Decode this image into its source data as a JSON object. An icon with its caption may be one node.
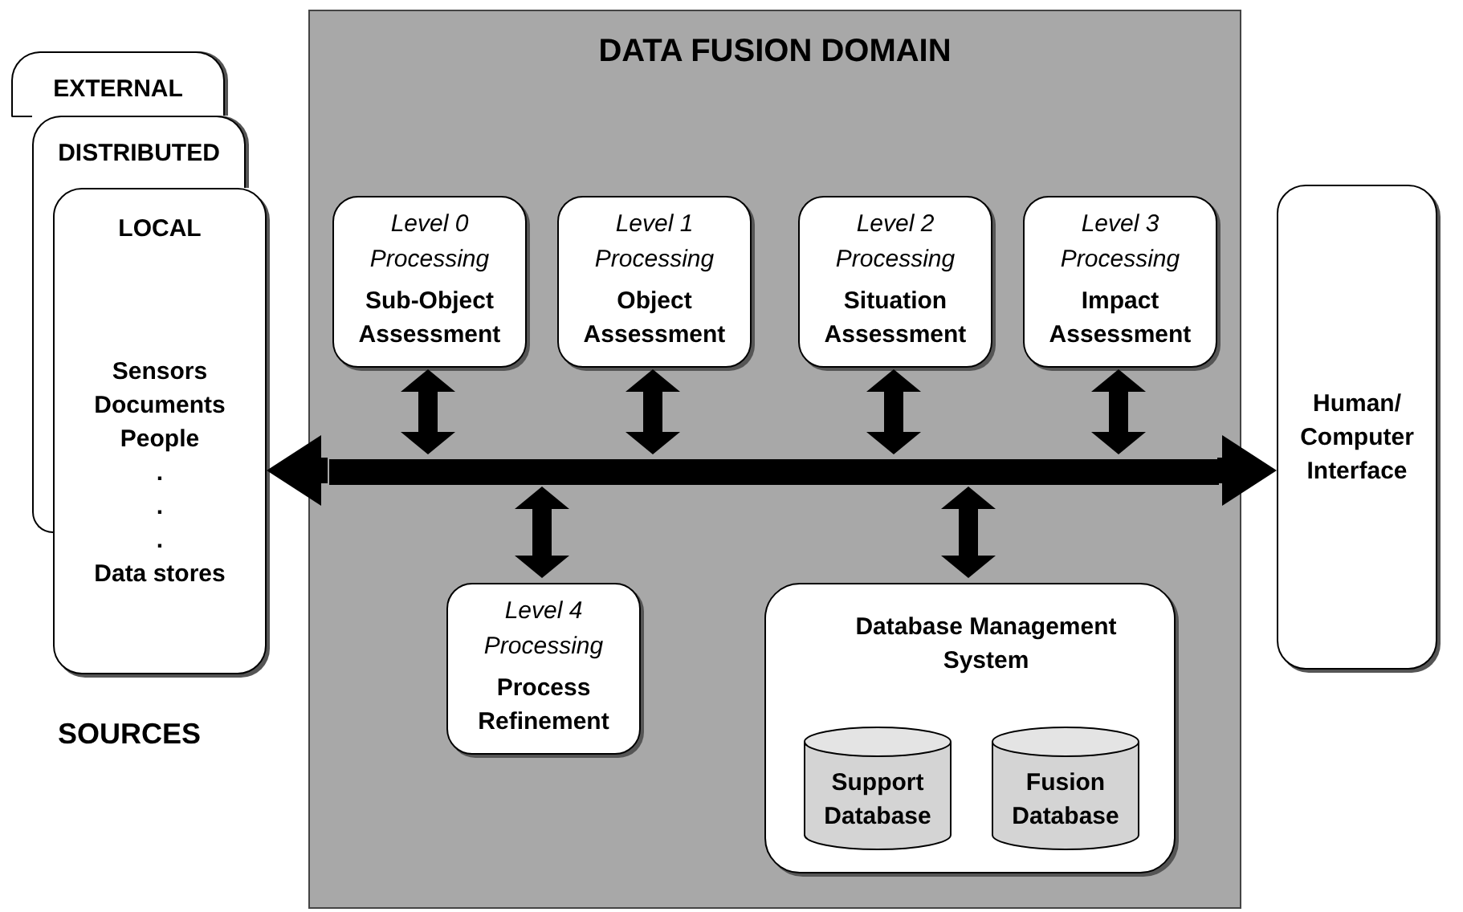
{
  "diagram": {
    "nodes": [
      {
        "text": [
          "EXTERNAL"
        ]
      },
      {
        "text": [
          "DISTRIBUTED"
        ]
      },
      {
        "text": [
          "LOCAL",
          "Sensors",
          "Documents",
          "People",
          ".",
          ".",
          ".",
          "Data stores"
        ]
      },
      {
        "text": [
          "DATA FUSION DOMAIN"
        ]
      },
      {
        "text": [
          "Level 0 Processing",
          "Sub-Object Assessment"
        ],
        "in": 3
      },
      {
        "text": [
          "Level 1 Processing",
          "Object Assessment"
        ],
        "in": 3
      },
      {
        "text": [
          "Level 2 Processing",
          "Situation Assessment"
        ],
        "in": 3
      },
      {
        "text": [
          "Level 3 Processing",
          "Impact Assessment"
        ],
        "in": 3
      },
      {
        "text": [],
        "shape": "bar",
        "in": 3
      },
      {
        "text": [
          "Level 4 Processing",
          "Process Refinement"
        ],
        "in": 3
      },
      {
        "text": [
          "Database Management System"
        ],
        "in": 3
      },
      {
        "text": [
          "Support Database"
        ],
        "in": 10
      },
      {
        "text": [
          "Fusion Database"
        ],
        "in": 10
      },
      {
        "text": [
          "Human/Computer Interface"
        ]
      }
    ],
    "edges": [
      {
        "from": 8,
        "to": 2,
        "arrow": "to"
      },
      {
        "from": 8,
        "to": 13,
        "arrow": "to"
      },
      {
        "from": 4,
        "to": 8,
        "arrow": "both"
      },
      {
        "from": 5,
        "to": 8,
        "arrow": "both"
      },
      {
        "from": 6,
        "to": 8,
        "arrow": "both"
      },
      {
        "from": 7,
        "to": 8,
        "arrow": "both"
      },
      {
        "from": 9,
        "to": 8,
        "arrow": "both"
      },
      {
        "from": 10,
        "to": 8,
        "arrow": "both"
      }
    ],
    "labels": [
      "SOURCES"
    ]
  }
}
